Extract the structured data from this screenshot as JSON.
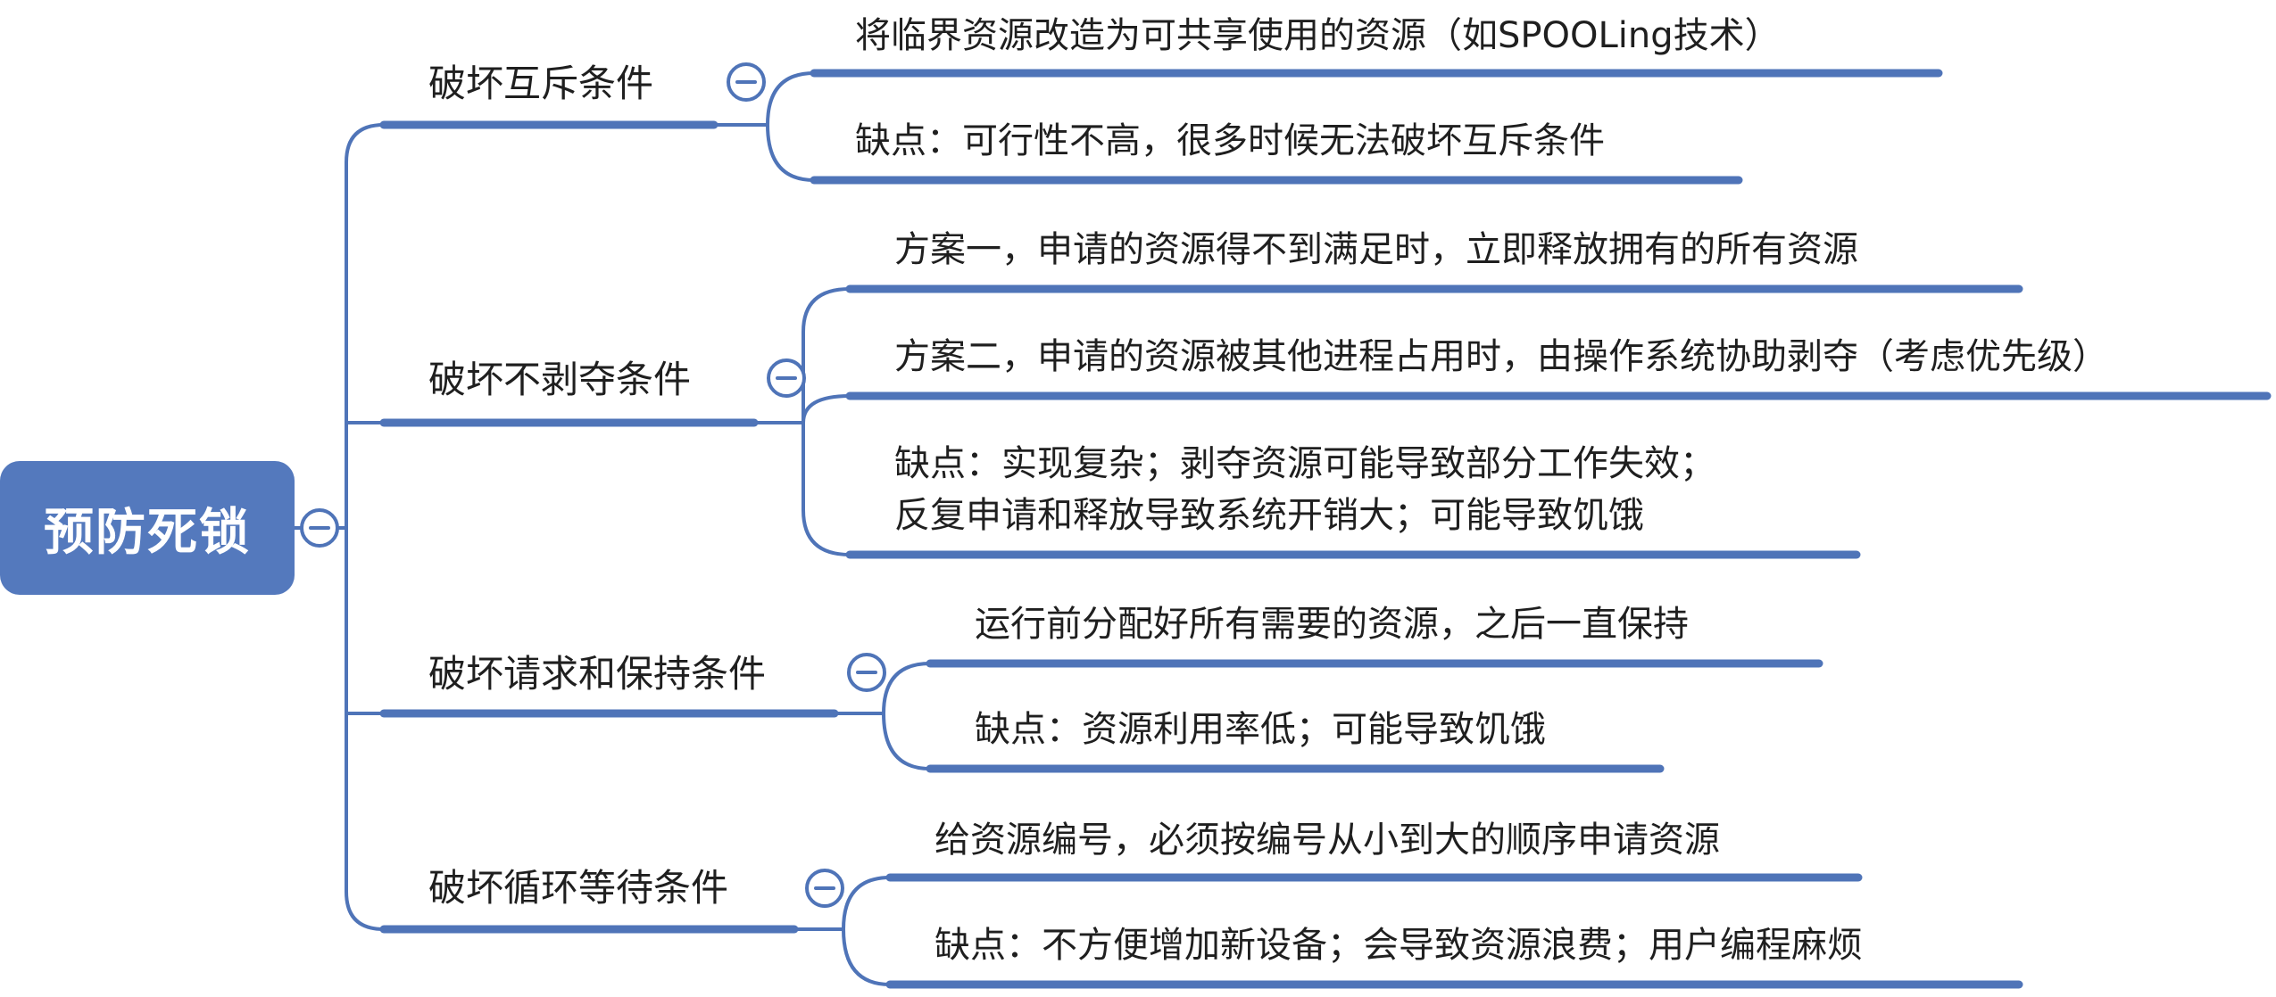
{
  "root": {
    "label": "预防死锁"
  },
  "branches": [
    {
      "label": "破坏互斥条件",
      "children": [
        "将临界资源改造为可共享使用的资源（如SPOOLing技术）",
        "缺点：可行性不高，很多时候无法破坏互斥条件"
      ]
    },
    {
      "label": "破坏不剥夺条件",
      "children": [
        "方案一，申请的资源得不到满足时，立即释放拥有的所有资源",
        "方案二，申请的资源被其他进程占用时，由操作系统协助剥夺（考虑优先级）",
        [
          "缺点：实现复杂；剥夺资源可能导致部分工作失效；",
          "反复申请和释放导致系统开销大；可能导致饥饿"
        ]
      ]
    },
    {
      "label": "破坏请求和保持条件",
      "children": [
        "运行前分配好所有需要的资源，之后一直保持",
        "缺点：资源利用率低；可能导致饥饿"
      ]
    },
    {
      "label": "破坏循环等待条件",
      "children": [
        "给资源编号，必须按编号从小到大的顺序申请资源",
        "缺点：不方便增加新设备；会导致资源浪费；用户编程麻烦"
      ]
    }
  ],
  "colors": {
    "accent": "#4f74b8",
    "root_fill": "#5479bd",
    "root_text": "#ffffff",
    "text": "#1f1f1f"
  },
  "icons": {
    "collapse": "minus-circle-icon"
  }
}
